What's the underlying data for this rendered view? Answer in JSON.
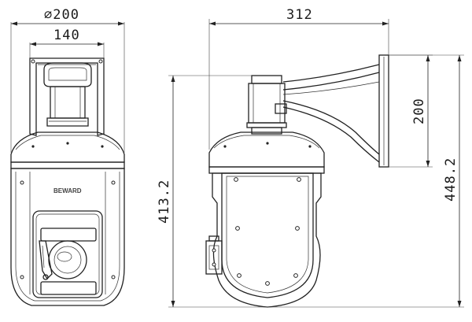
{
  "drawing": {
    "brand_logo": "BEWARD",
    "dimensions": {
      "housing_diameter": "∅200",
      "bracket_width": "140",
      "mount_reach": "312",
      "bracket_height": "200",
      "camera_height": "413.2",
      "total_height": "448.2"
    }
  }
}
